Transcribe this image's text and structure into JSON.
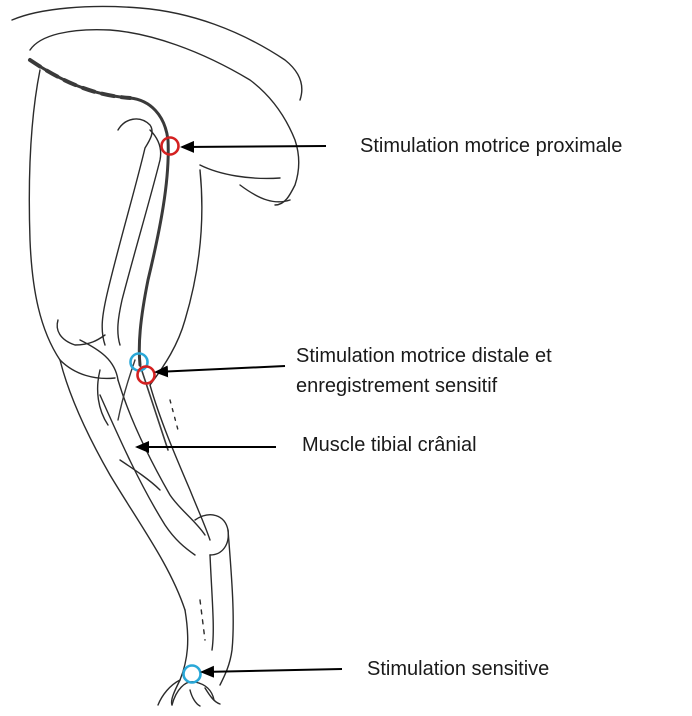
{
  "labels": {
    "motor_proximal": "Stimulation motrice proximale",
    "motor_distal_line1": "Stimulation motrice distale et",
    "motor_distal_line2": "enregistrement sensitif",
    "muscle": "Muscle tibial crânial",
    "sensory": "Stimulation sensitive"
  },
  "colors": {
    "motor_marker": "#d42020",
    "sensory_marker": "#2aa8d8",
    "outline": "#2b2b2b",
    "nerve": "#3a3a3a"
  }
}
